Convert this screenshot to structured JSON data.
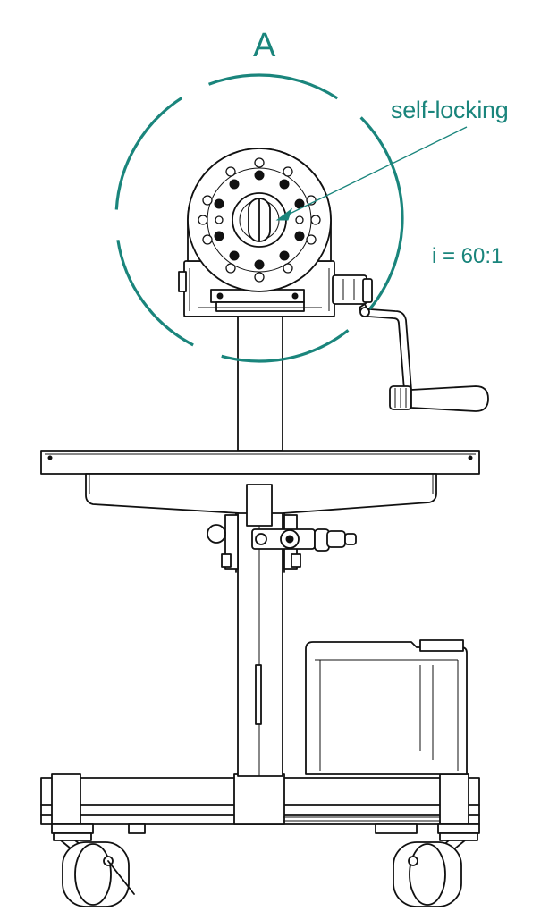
{
  "labels": {
    "detail_marker": "A",
    "callout": "self-locking",
    "ratio": "i = 60:1"
  },
  "colors": {
    "annotation": "#1a857c",
    "line": "#111111",
    "background": "#ffffff"
  }
}
